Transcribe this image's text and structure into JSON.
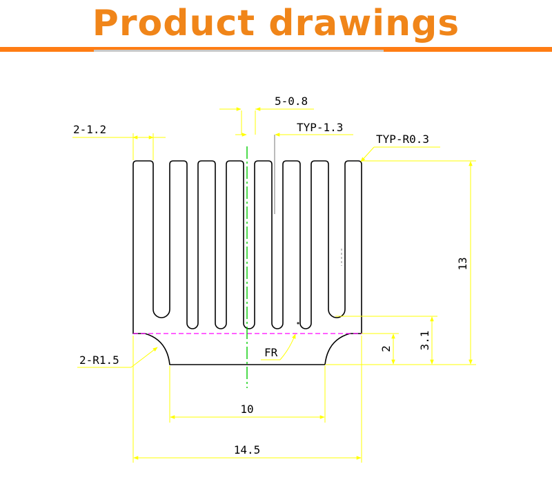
{
  "title": "Product drawings",
  "colors": {
    "title": "#f08519",
    "bar": "#ff7d14",
    "outline": "#000000",
    "dimension": "#ffff00",
    "centerline": "#00cc00",
    "baseline": "#ff00ff"
  },
  "dimensions": {
    "fin_count_thickness": "5-0.8",
    "edge_fin_thickness": "2-1.2",
    "gap_width": "TYP-1.3",
    "tip_radius": "TYP-R0.3",
    "total_height": "13",
    "base_height": "3.1",
    "flange_height": "2",
    "foot_radius": "2-R1.5",
    "fillet": "FR",
    "bottom_width": "10",
    "total_width": "14.5"
  }
}
